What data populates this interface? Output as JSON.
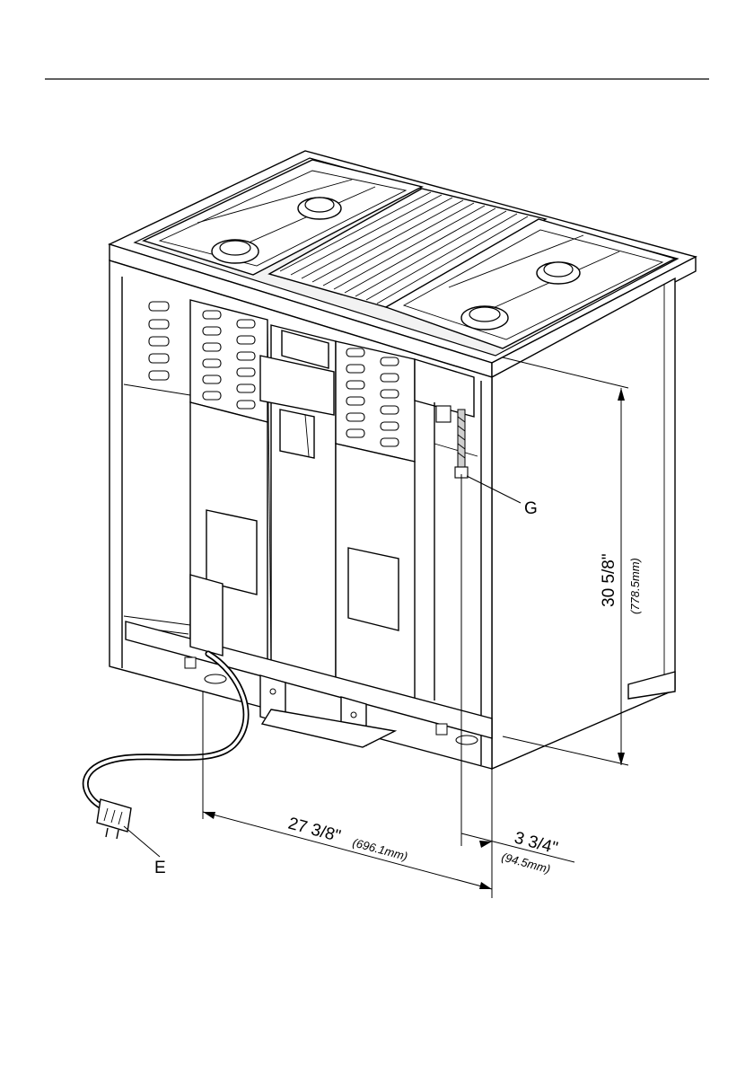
{
  "labels": {
    "gas_connection": "G",
    "power_cord": "E"
  },
  "dimensions": {
    "height_in": "30 5/8\"",
    "height_mm": "(778.5mm)",
    "width_in": "27 3/8\"",
    "width_mm": "(696.1mm)",
    "offset_in": "3 3/4\"",
    "offset_mm": "(94.5mm)"
  }
}
